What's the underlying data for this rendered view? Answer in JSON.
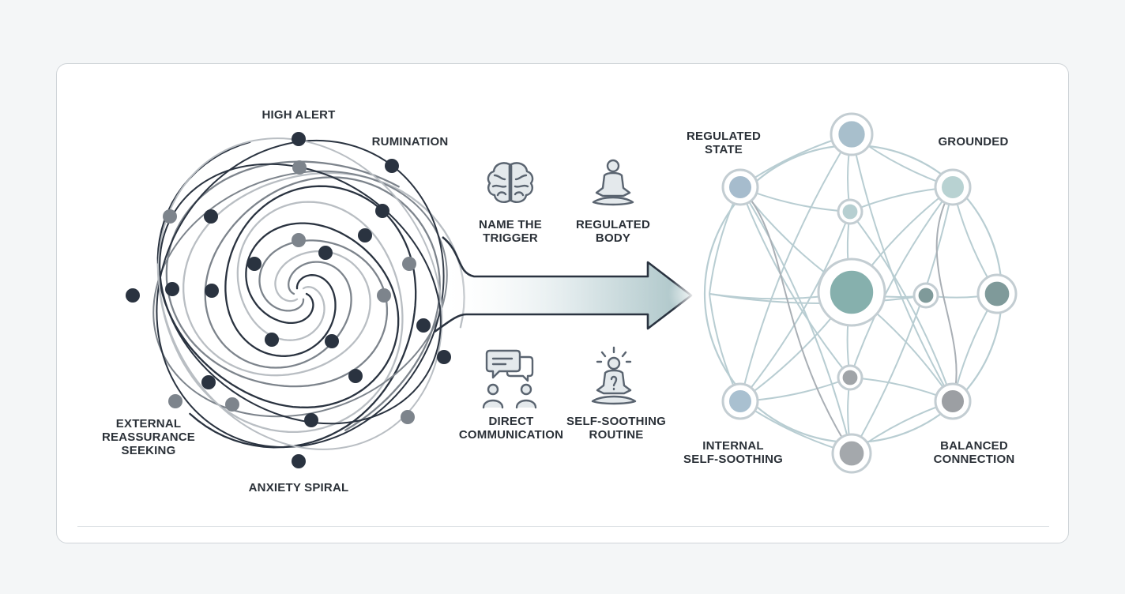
{
  "spiral": {
    "labels": {
      "high_alert": "HIGH ALERT",
      "rumination": "RUMINATION",
      "external": [
        "EXTERNAL",
        "REASSURANCE",
        "SEEKING"
      ],
      "anxiety_spiral": "ANXIETY SPIRAL"
    }
  },
  "strategies": {
    "name_trigger": [
      "NAME THE",
      "TRIGGER"
    ],
    "regulated_body": [
      "REGULATED",
      "BODY"
    ],
    "direct_communication": [
      "DIRECT",
      "COMMUNICATION"
    ],
    "self_soothing_routine": [
      "SELF-SOOTHING",
      "ROUTINE"
    ]
  },
  "network": {
    "labels": {
      "regulated_state": [
        "REGULATED",
        "STATE"
      ],
      "grounded": "GROUNDED",
      "internal": [
        "INTERNAL",
        "SELF-SOOTHING"
      ],
      "balanced": [
        "BALANCED",
        "CONNECTION"
      ]
    }
  },
  "icons": {
    "brain": "brain-icon",
    "meditation": "meditation-icon",
    "chat": "chat-bubbles-icon",
    "self_soothing": "self-soothing-icon",
    "arrow": "transition-arrow"
  },
  "colors": {
    "spiral_dark": "#2a3340",
    "spiral_mid": "#7d848c",
    "spiral_light": "#b9bec3",
    "network_line": "#b8cdd2",
    "network_accent": "#7fa8a8",
    "icon_stroke": "#5a6470",
    "icon_fill": "#e4e9ec"
  }
}
